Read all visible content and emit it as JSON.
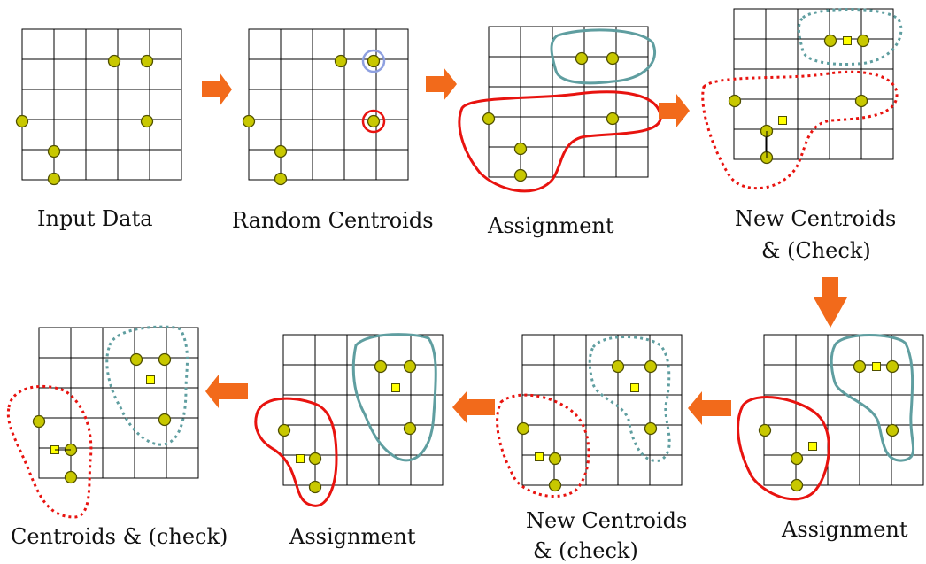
{
  "captions": {
    "input_data": "Input Data",
    "random_centroids": "Random Centroids",
    "assignment_1": "Assignment",
    "new_centroids_1": "New Centroids",
    "new_centroids_1_b": "& (Check)",
    "assignment_2": "Assignment",
    "new_centroids_2": "New Centroids",
    "new_centroids_2_b": "& (check)",
    "assignment_3": "Assignment",
    "centroids_check": "Centroids & (check)"
  },
  "colors": {
    "point_fill": "#c8c800",
    "point_stroke": "#505000",
    "centroid_fill": "#ffff00",
    "cluster_red": "#e8130f",
    "cluster_teal": "#5f9ea0",
    "initial_blue": "#8ea0e0",
    "arrow": "#f26a1b",
    "grid": "#000000"
  },
  "icons": [
    "arrow-right-icon",
    "arrow-down-icon",
    "arrow-left-icon"
  ]
}
